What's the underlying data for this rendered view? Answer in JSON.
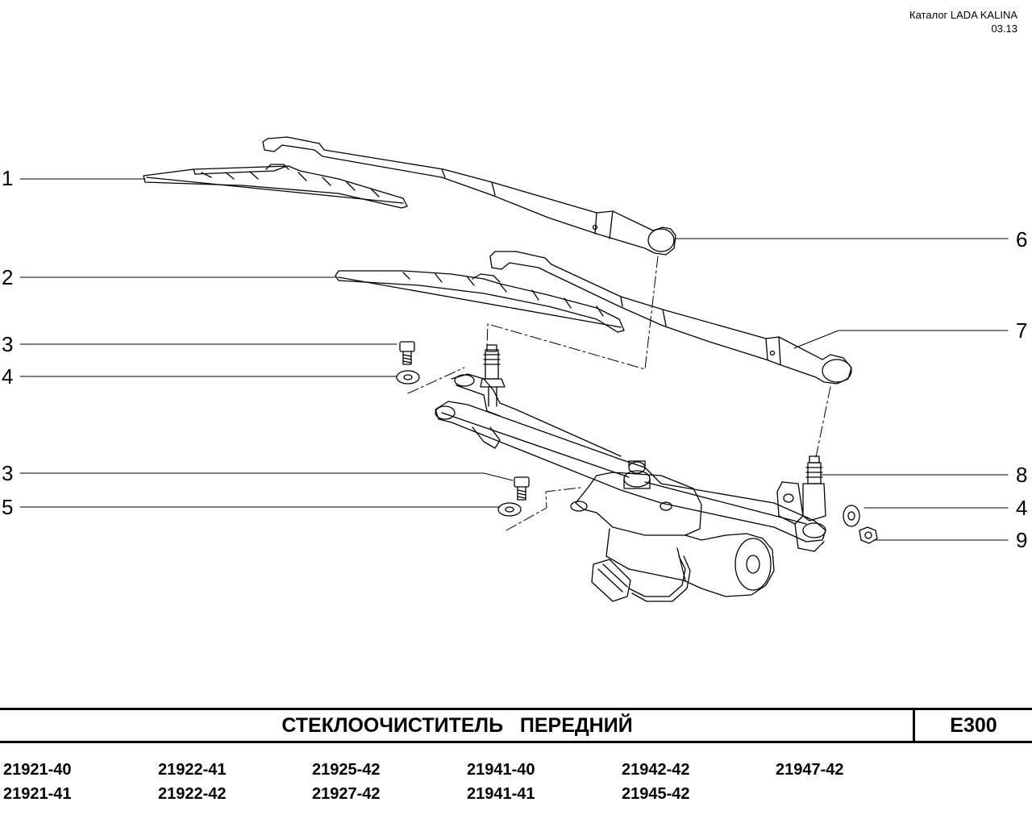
{
  "header": {
    "catalog": "Каталог LADA KALINA",
    "date": "03.13"
  },
  "callouts": [
    "1",
    "2",
    "3",
    "4",
    "3",
    "5",
    "6",
    "7",
    "8",
    "4",
    "9"
  ],
  "title": "СТЕКЛООЧИСТИТЕЛЬ   ПЕРЕДНИЙ",
  "code": "E300",
  "models": {
    "col1": [
      "21921-40",
      "21921-41"
    ],
    "col2": [
      "21922-41",
      "21922-42"
    ],
    "col3": [
      "21925-42",
      "21927-42"
    ],
    "col4": [
      "21941-40",
      "21941-41"
    ],
    "col5": [
      "21942-42",
      "21945-42"
    ],
    "col6": [
      "21947-42"
    ]
  }
}
